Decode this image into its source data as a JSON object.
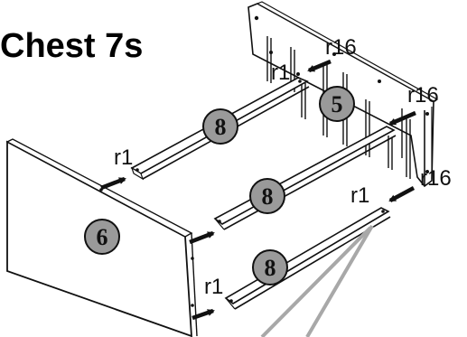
{
  "title": "Chest 7s",
  "part_numbers": {
    "front_panel": "6",
    "back_panel": "5",
    "rail_top": "8",
    "rail_middle": "8",
    "rail_bottom": "8"
  },
  "screw_labels": {
    "r1_top": "r1",
    "r1_back": "r1",
    "r1_bottom": "r1",
    "r1_right": "r1",
    "r16_top": "r16",
    "r16_middle": "r16",
    "r16_bottom": "r16"
  },
  "colors": {
    "line": "#111111",
    "panel_fill": "#ffffff",
    "badge_fill": "#9a9a9a",
    "leader_line": "#a8a8a8"
  }
}
